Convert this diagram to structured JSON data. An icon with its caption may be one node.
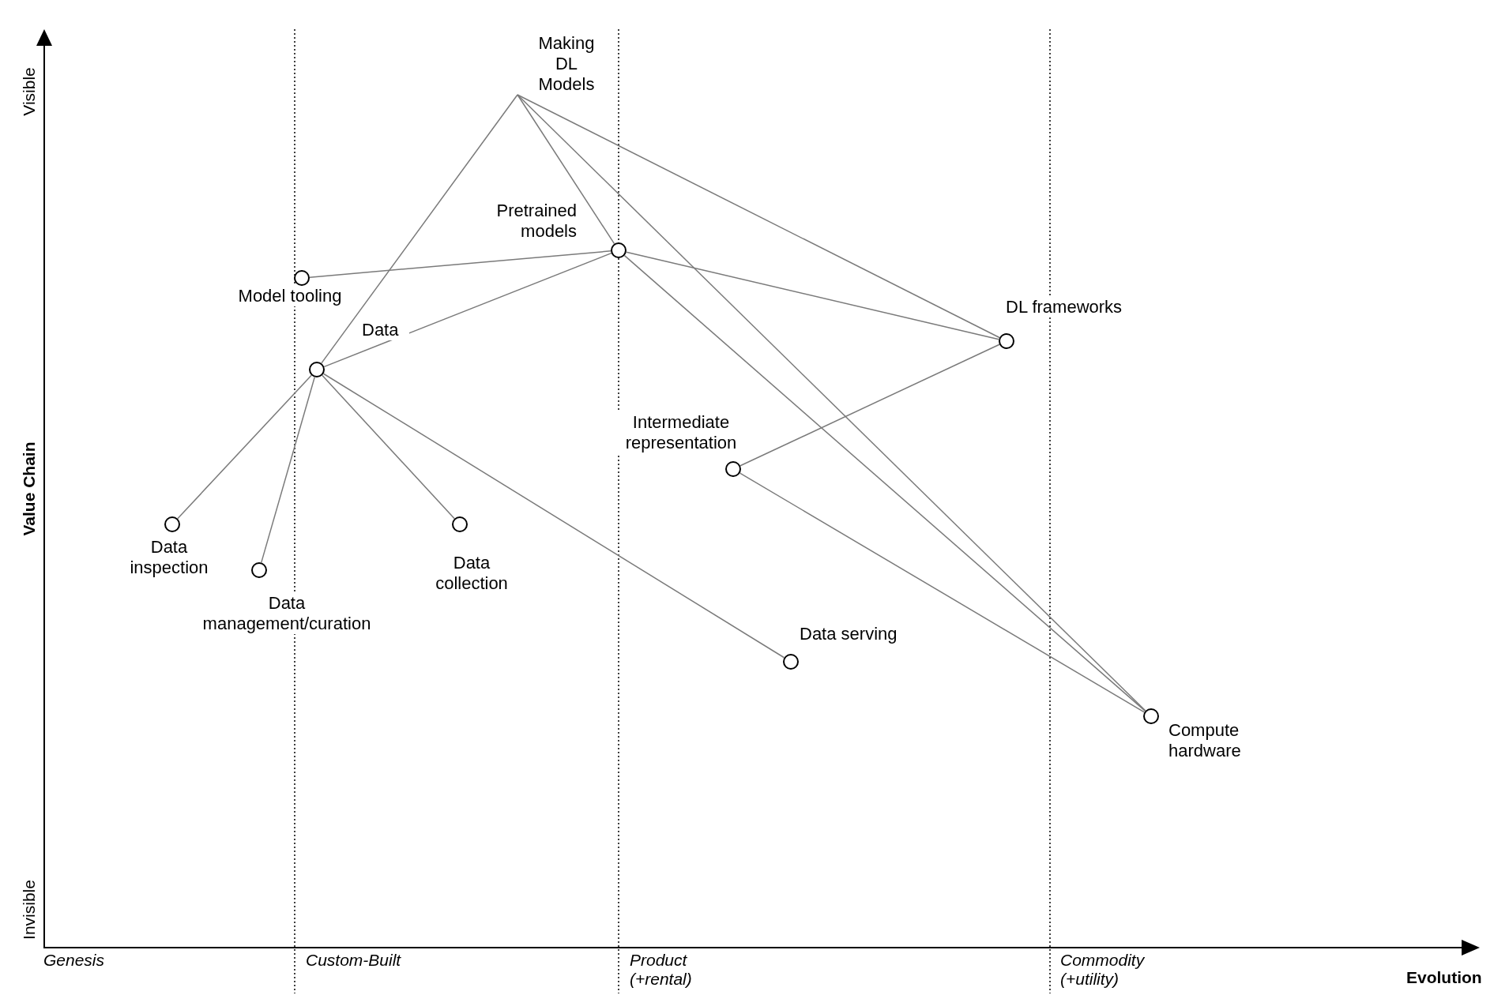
{
  "diagram": {
    "nodes": [
      {
        "text": [
          "Making DL Models"
        ]
      },
      {
        "text": [],
        "shape": "circle",
        "beside": [
          "Pretrained models"
        ]
      },
      {
        "text": [],
        "shape": "circle",
        "beside": [
          "Model tooling"
        ]
      },
      {
        "text": [],
        "shape": "circle",
        "beside": [
          "Data"
        ]
      },
      {
        "text": [],
        "shape": "circle",
        "beside": [
          "DL frameworks"
        ]
      },
      {
        "text": [],
        "shape": "circle",
        "beside": [
          "Intermediate representation"
        ]
      },
      {
        "text": [],
        "shape": "circle",
        "beside": [
          "Data inspection"
        ]
      },
      {
        "text": [],
        "shape": "circle",
        "beside": [
          "Data management/curation"
        ]
      },
      {
        "text": [],
        "shape": "circle",
        "beside": [
          "Data collection"
        ]
      },
      {
        "text": [],
        "shape": "circle",
        "beside": [
          "Data serving"
        ]
      },
      {
        "text": [],
        "shape": "circle",
        "beside": [
          "Compute hardware"
        ]
      }
    ],
    "edges": [
      {
        "from": 0,
        "to": 3,
        "arrow": "none"
      },
      {
        "from": 0,
        "to": 1,
        "arrow": "none"
      },
      {
        "from": 0,
        "to": 4,
        "arrow": "none"
      },
      {
        "from": 0,
        "to": 10,
        "arrow": "none"
      },
      {
        "from": 1,
        "to": 2,
        "arrow": "none"
      },
      {
        "from": 1,
        "to": 3,
        "arrow": "none"
      },
      {
        "from": 1,
        "to": 4,
        "arrow": "none"
      },
      {
        "from": 1,
        "to": 10,
        "arrow": "none"
      },
      {
        "from": 4,
        "to": 5,
        "arrow": "none"
      },
      {
        "from": 5,
        "to": 10,
        "arrow": "none"
      },
      {
        "from": 3,
        "to": 6,
        "arrow": "none"
      },
      {
        "from": 3,
        "to": 7,
        "arrow": "none"
      },
      {
        "from": 3,
        "to": 8,
        "arrow": "none"
      },
      {
        "from": 3,
        "to": 9,
        "arrow": "none"
      }
    ],
    "labels": [
      "Visible",
      "Value Chain",
      "Invisible",
      "Genesis",
      "Custom-Built",
      "Product (+rental)",
      "Commodity (+utility)",
      "Evolution"
    ]
  }
}
